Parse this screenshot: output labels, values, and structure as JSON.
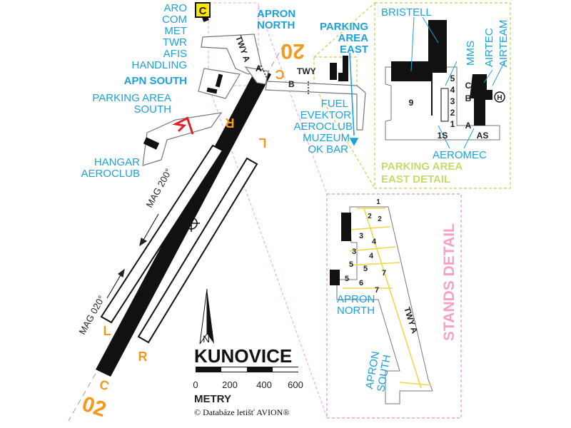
{
  "airport": {
    "name": "KUNOVICE",
    "scale_unit": "METRY",
    "scale_ticks": [
      "0",
      "200",
      "400",
      "600"
    ],
    "north_label": "N",
    "copyright": "© Databáze letišť AVION®"
  },
  "colors": {
    "label_blue": "#1da1d9",
    "runway_black": "#111111",
    "orange": "#f29a1f",
    "detail_green": "#c8d86a",
    "detail_pink": "#f4a0c8",
    "windsock_red": "#e0202a",
    "taxiway_yellow": "#f2d64a"
  },
  "legend_c": "C",
  "main_labels": {
    "aro": "ARO",
    "com": "COM",
    "met": "MET",
    "twr": "TWR",
    "afis": "AFIS",
    "handling": "HANDLING",
    "apron_north_1": "APRON",
    "apron_north_2": "NORTH",
    "parking_east_1": "PARKING",
    "parking_east_2": "AREA",
    "parking_east_3": "EAST",
    "apn_south": "APN SOUTH",
    "parking_south_1": "PARKING AREA",
    "parking_south_2": "SOUTH",
    "hangar_1": "HANGAR",
    "hangar_2": "AEROCLUB",
    "fuel": "FUEL",
    "evektor": "EVEKTOR",
    "aeroclub": "AEROCLUB",
    "muzeum": "MUZEUM",
    "okbar": "OK BAR",
    "twy_a": "TWY A",
    "twy": "TWY",
    "twy_b": "B",
    "twy_a_short": "A",
    "mag_200": "MAG 200°",
    "mag_020": "MAG 020°"
  },
  "runway": {
    "designator_top": "20",
    "designator_bottom": "02",
    "top_c": "C",
    "bottom_c": "C",
    "marker_r_top": "R",
    "marker_l_top": "L",
    "marker_l_bottom": "L",
    "marker_r_bottom": "R"
  },
  "east_detail": {
    "title_1": "PARKING AREA",
    "title_2": "EAST DETAIL",
    "bristell": "BRISTELL",
    "mms": "MMS",
    "airtec": "AIRTEC",
    "airteam": "AIRTEAM",
    "aeromec": "AEROMEC",
    "stand_9": "9",
    "stands": [
      "5",
      "4",
      "3",
      "2",
      "1"
    ],
    "c": "C",
    "b": "B",
    "a": "A",
    "s1": "1S",
    "as": "AS",
    "heli": "H"
  },
  "stands_detail": {
    "title": "STANDS DETAIL",
    "apron_north_1": "APRON",
    "apron_north_2": "NORTH",
    "apron_south_1": "APRON",
    "apron_south_2": "SOUTH",
    "twy_a": "TWY A",
    "stands_right": [
      "1",
      "2",
      "4",
      "5",
      "7"
    ],
    "stands_left": [
      "2",
      "3",
      "3",
      "4",
      "5",
      "6",
      "7"
    ]
  }
}
